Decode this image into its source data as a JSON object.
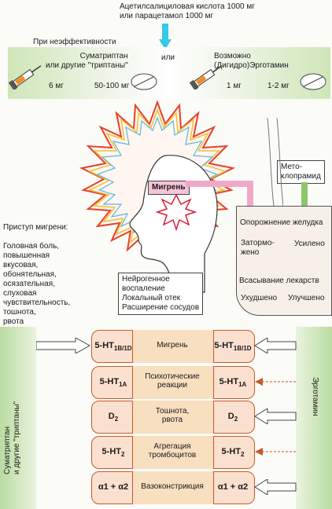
{
  "top": {
    "first_line_drug": "Ацетилсалициловая кислота 1000 мг\nили парацетамол 1000 мг",
    "if_ineffective": "При неэффективности",
    "triptans": "Суматриптан\nили другие \"триптаны\"",
    "or": "или",
    "ergotamine": "Возможно\n(Дигидро)Эрготамин",
    "dose_inject_left": "6 мг",
    "dose_tablet_left": "50-100 мг",
    "dose_inject_right": "1 мг",
    "dose_tablet_right": "1-2 мг"
  },
  "middle": {
    "migraine_label": "Мигрень",
    "attack_title": "Приступ мигрени:",
    "symptoms": "Головная боль,\nповышенная\nвкусовая,\nобонятельная,\nосязательная,\nслуховая\nчувствительность,\nтошнота,\nрвота",
    "neuro_box": "Нейрогенное\nвоспаление\nЛокальный отек\nРасширение сосудов",
    "metoclopramide": "Мето-\nклопрамид",
    "gastric_emptying": "Опорожнение желудка",
    "slowed": "Затормо-\nжено",
    "enhanced": "Усилено",
    "absorption": "Всасывание лекарств",
    "worse": "Ухудшено",
    "better": "Улучшено"
  },
  "bottom": {
    "left_vertical": "Суматриптан\nи другие \"триптаны\"",
    "right_vertical": "Эрготамин",
    "rows": [
      {
        "receptor": "5-HT1B/1D",
        "effect": "Мигрень"
      },
      {
        "receptor": "5-HT1A",
        "effect": "Психотические\nреакции"
      },
      {
        "receptor": "D2",
        "effect": "Тошнота,\nрвота"
      },
      {
        "receptor": "5-HT2",
        "effect": "Агрегация\nтромбоцитов"
      },
      {
        "receptor": "α1 + α2",
        "effect": "Вазоконстрикция"
      }
    ]
  },
  "colors": {
    "green_band": "#cfe6b8",
    "pink_arrow": "#f0a8c8",
    "green_arrow": "#8cc66a",
    "cyan_arrow": "#35c9e6",
    "row_fill": "#fbe0cf",
    "row_border": "#c65a2a"
  }
}
